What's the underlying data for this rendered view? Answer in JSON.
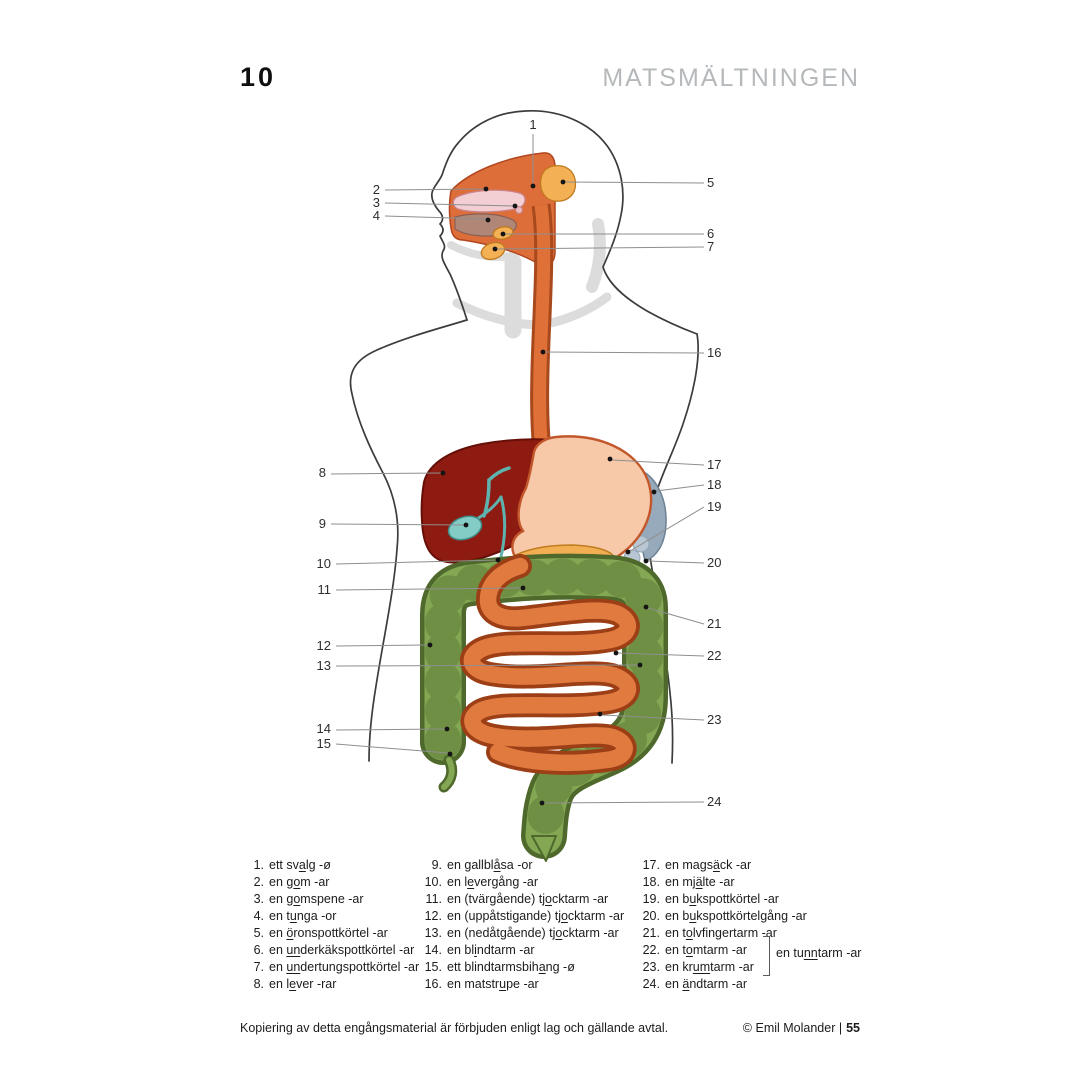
{
  "header": {
    "chapter_number": "10",
    "title": "MATSMÄLTNINGEN"
  },
  "diagram": {
    "numbers": [
      "1",
      "2",
      "3",
      "4",
      "5",
      "6",
      "7",
      "8",
      "9",
      "10",
      "11",
      "12",
      "13",
      "14",
      "15",
      "16",
      "17",
      "18",
      "19",
      "20",
      "21",
      "22",
      "23",
      "24"
    ],
    "organ_colors": {
      "esophagus": "#de7038",
      "liver": "#8e1b12",
      "gallbladder": "#83cbc5",
      "stomach": "#f8c9a8",
      "spleen": "#97aabb",
      "pancreas": "#f2ae52",
      "large_intestine": "#84a754",
      "small_intestine": "#e17a3f",
      "salivary_gland": "#f3b054"
    }
  },
  "vocab": {
    "col1": [
      {
        "n": "1.",
        "t": "ett sv_a_lg -ø"
      },
      {
        "n": "2.",
        "t": "en g_o_m -ar"
      },
      {
        "n": "3.",
        "t": "en g_o_mspene -ar"
      },
      {
        "n": "4.",
        "t": "en t_u_nga -or"
      },
      {
        "n": "5.",
        "t": "en _ö_ronspottkörtel -ar"
      },
      {
        "n": "6.",
        "t": "en _un_derkäkspottkörtel -ar"
      },
      {
        "n": "7.",
        "t": "en _un_dertungspottkörtel -ar"
      },
      {
        "n": "8.",
        "t": "en l_e_ver -rar"
      }
    ],
    "col2": [
      {
        "n": "9.",
        "t": "en gallbl_å_sa -or"
      },
      {
        "n": "10.",
        "t": "en l_e_vergång -ar"
      },
      {
        "n": "11.",
        "t": "en (tvärgående) tj_o_cktarm -ar"
      },
      {
        "n": "12.",
        "t": "en (uppåtstigande) tj_o_cktarm -ar"
      },
      {
        "n": "13.",
        "t": "en (nedåtgående) tj_o_cktarm -ar"
      },
      {
        "n": "14.",
        "t": "en bl_i_ndtarm -ar"
      },
      {
        "n": "15.",
        "t": "ett blindtarmsbih_a_ng -ø"
      },
      {
        "n": "16.",
        "t": "en matstr_u_pe -ar"
      }
    ],
    "col3": [
      {
        "n": "17.",
        "t": "en mags_ä_ck -ar"
      },
      {
        "n": "18.",
        "t": "en mj_ä_lte -ar"
      },
      {
        "n": "19.",
        "t": "en b_u_kspottkörtel -ar"
      },
      {
        "n": "20.",
        "t": "en b_u_kspottkörtelgång -ar"
      },
      {
        "n": "21.",
        "t": "en t_o_lvfingertarm -ar"
      },
      {
        "n": "22.",
        "t": "en t_o_mtarm -ar"
      },
      {
        "n": "23.",
        "t": "en kr_um_tarm -ar"
      },
      {
        "n": "24.",
        "t": "en _ä_ndtarm -ar"
      }
    ],
    "bracket_label": "en tu_nn_tarm -ar"
  },
  "footer": {
    "notice": "Kopiering av detta engångsmaterial är förbjuden enligt lag och gällande avtal.",
    "credit": "© Emil Molander |",
    "page_number": "55"
  }
}
